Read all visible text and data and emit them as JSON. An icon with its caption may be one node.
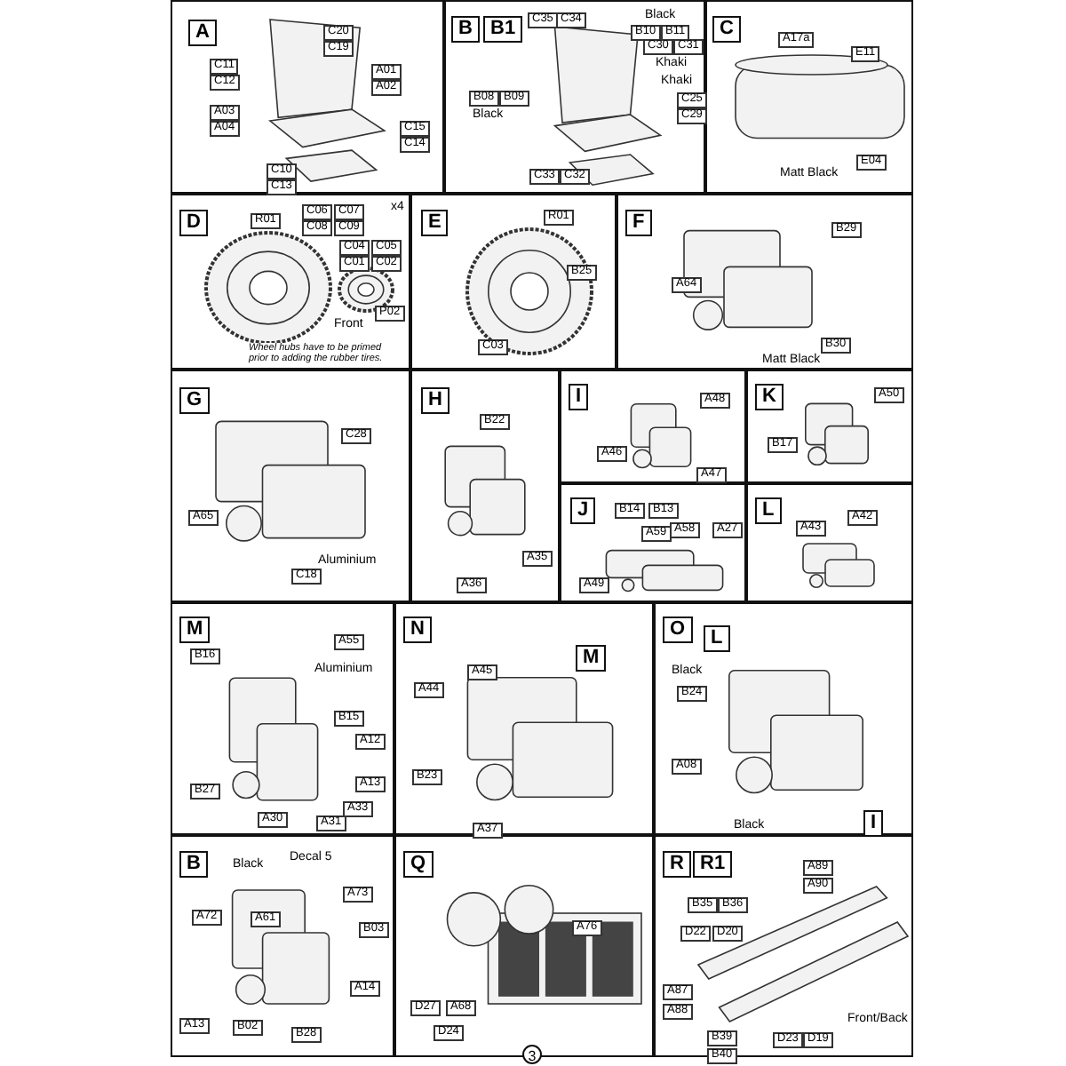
{
  "diagram": {
    "nodes": [
      {
        "text": [
          "A",
          "C20",
          "C19",
          "C11",
          "C12",
          "A01",
          "A02",
          "A03",
          "A04",
          "C15",
          "C14",
          "C10",
          "C13"
        ]
      },
      {
        "text": [
          "B",
          "B1",
          "C35",
          "C34",
          "Black",
          "B10",
          "B11",
          "C30",
          "C31",
          "Khaki",
          "B08",
          "B09",
          "Black",
          "Khaki",
          "C25",
          "C29",
          "C33",
          "C32"
        ]
      },
      {
        "text": [
          "C",
          "A17a",
          "E11",
          "E04",
          "Matt Black"
        ]
      },
      {
        "text": [
          "D",
          "R01",
          "C06",
          "C07",
          "x4",
          "C08",
          "C09",
          "C04",
          "C05",
          "C01",
          "C02",
          "P02",
          "Front",
          "Wheel hubs have to be primed prior to adding the rubber tires."
        ]
      },
      {
        "text": [
          "E",
          "R01",
          "B25",
          "C03"
        ]
      },
      {
        "text": [
          "F",
          "B29",
          "A64",
          "B30",
          "Matt Black"
        ]
      },
      {
        "text": [
          "G",
          "C28",
          "A65",
          "Aluminium",
          "C18"
        ]
      },
      {
        "text": [
          "H",
          "B22",
          "A35",
          "A36"
        ]
      },
      {
        "text": [
          "I",
          "A48",
          "A46",
          "A47"
        ]
      },
      {
        "text": [
          "K",
          "A50",
          "B17"
        ]
      },
      {
        "text": [
          "J",
          "B14",
          "B13",
          "A59",
          "A58",
          "A27",
          "A49"
        ]
      },
      {
        "text": [
          "L",
          "A43",
          "A42"
        ]
      },
      {
        "text": [
          "M",
          "A55",
          "B16",
          "Aluminium",
          "B15",
          "A12",
          "A13",
          "B27",
          "A33",
          "A30",
          "A31"
        ]
      },
      {
        "text": [
          "N",
          "M",
          "A45",
          "A44",
          "B23",
          "A37"
        ]
      },
      {
        "text": [
          "O",
          "L",
          "Black",
          "B24",
          "A08",
          "I",
          "Black"
        ]
      },
      {
        "text": [
          "B",
          "Black",
          "Decal 5",
          "A73",
          "A72",
          "A61",
          "B03",
          "A14",
          "A13",
          "B02",
          "B28"
        ]
      },
      {
        "text": [
          "Q",
          "A76",
          "D27",
          "A68",
          "D24"
        ]
      },
      {
        "text": [
          "R",
          "R1",
          "A89",
          "A90",
          "B35",
          "B36",
          "D22",
          "D20",
          "A87",
          "A88",
          "Front/Back",
          "B39",
          "B40",
          "D23",
          "D19"
        ]
      },
      {
        "text": [
          "3"
        ]
      }
    ]
  }
}
